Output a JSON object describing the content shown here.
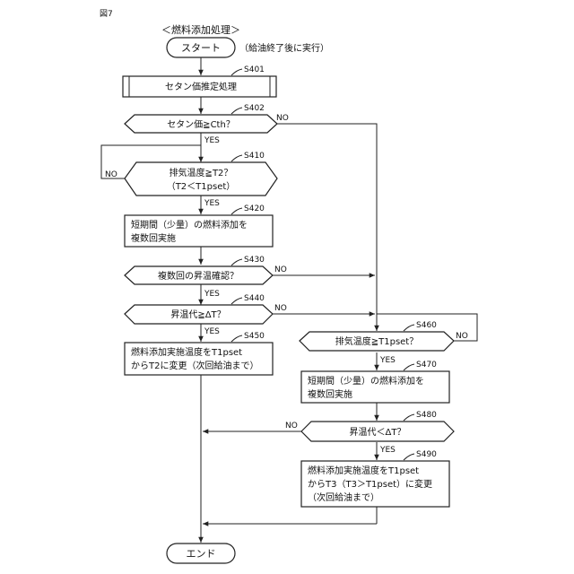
{
  "figure_label": "図7",
  "title": "＜燃料添加処理＞",
  "start_label": "スタート",
  "start_note": "（給油終了後に実行）",
  "end_label": "エンド",
  "steps": {
    "s401": {
      "id": "S401",
      "text": "セタン価推定処理"
    },
    "s402": {
      "id": "S402",
      "text": "セタン価≧Cth？"
    },
    "s410": {
      "id": "S410",
      "line1": "排気温度≧T2？",
      "line2": "（T2＜T1pset）"
    },
    "s420": {
      "id": "S420",
      "line1": "短期間（少量）の燃料添加を",
      "line2": "複数回実施"
    },
    "s430": {
      "id": "S430",
      "text": "複数回の昇温確認？"
    },
    "s440": {
      "id": "S440",
      "text": "昇温代≧ΔT？"
    },
    "s450": {
      "id": "S450",
      "line1": "燃料添加実施温度をT1pset",
      "line2": "からT2に変更（次回給油まで）"
    },
    "s460": {
      "id": "S460",
      "text": "排気温度≧T1pset？"
    },
    "s470": {
      "id": "S470",
      "line1": "短期間（少量）の燃料添加を",
      "line2": "複数回実施"
    },
    "s480": {
      "id": "S480",
      "text": "昇温代＜ΔT？"
    },
    "s490": {
      "id": "S490",
      "line1": "燃料添加実施温度をT1pset",
      "line2": "からT3（T3＞T1pset）に変更",
      "line3": "（次回給油まで）"
    }
  },
  "branch": {
    "yes": "YES",
    "no": "NO"
  }
}
